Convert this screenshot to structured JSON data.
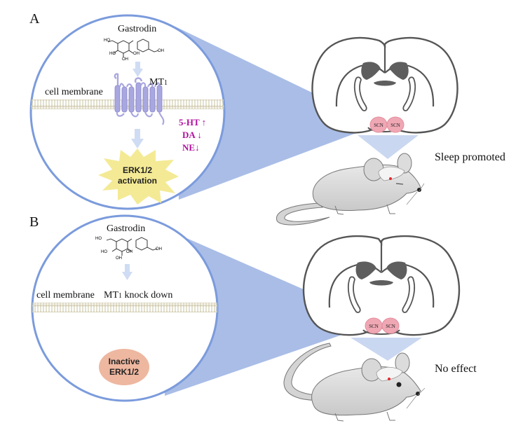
{
  "figure": {
    "panels": [
      {
        "label": "A",
        "compound": "Gastrodin",
        "structure_groups": [
          "HO",
          "O",
          "O",
          "HO",
          "OH",
          "OH",
          "OH"
        ],
        "membrane_label": "cell membrane",
        "receptor_label": "MT",
        "receptor_subscript": "1",
        "neurotransmitters": [
          {
            "name": "5-HT",
            "direction": "↑"
          },
          {
            "name": "DA",
            "direction": "↓"
          },
          {
            "name": "NE",
            "direction": "↓"
          }
        ],
        "downstream_line1": "ERK1/2",
        "downstream_line2": "activation",
        "scn_labels": [
          "SCN",
          "SCN"
        ],
        "outcome": "Sleep promoted"
      },
      {
        "label": "B",
        "compound": "Gastrodin",
        "structure_groups": [
          "HO",
          "O",
          "O",
          "HO",
          "OH",
          "OH",
          "OH"
        ],
        "membrane_label": "cell membrane",
        "receptor_label": "MT",
        "receptor_subscript": "1",
        "receptor_suffix": " knock down",
        "downstream_line1": "Inactive",
        "downstream_line2": "ERK1/2",
        "scn_labels": [
          "SCN",
          "SCN"
        ],
        "outcome": "No effect"
      }
    ],
    "colors": {
      "circle_stroke": "#7b9bdc",
      "cone_fill": "#a4b9e6",
      "cone_light": "#c4d3ef",
      "membrane": "#d6d1b7",
      "receptor": "#a9a7df",
      "receptor_stroke": "#8a86cf",
      "arrow": "#cfdcf3",
      "neurotransmitter": "#b0109e",
      "starburst": "#f4ea95",
      "inactive_erk": "#eeb7a0",
      "brain_outline": "#555555",
      "ventricle": "#5e5e5e",
      "scn": "#f0a7b4",
      "mouse_body": "#dcdcdc",
      "mouse_dot": "#e8282a"
    }
  }
}
